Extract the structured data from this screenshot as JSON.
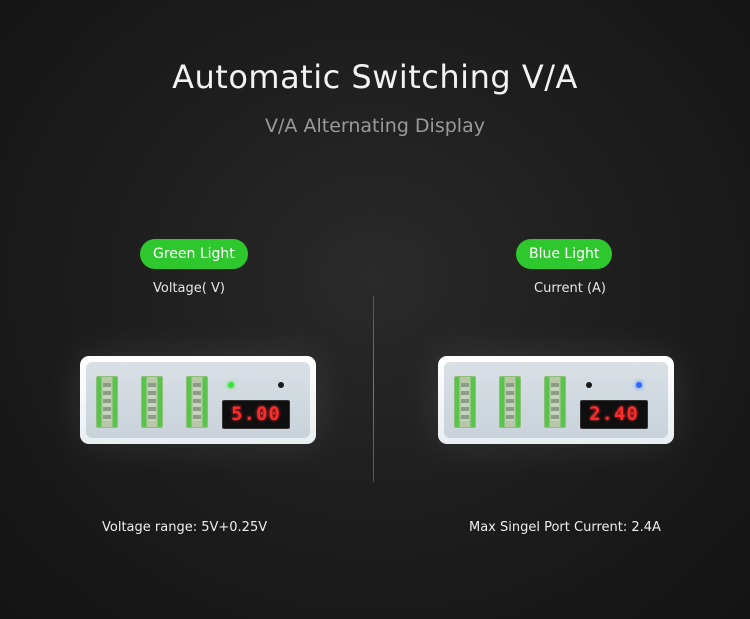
{
  "header": {
    "title": "Automatic Switching V/A",
    "subtitle": "V/A Alternating Display"
  },
  "left_panel": {
    "pill_label": "Green Light",
    "caption": "Voltage( V)",
    "display_value": "5.00",
    "active_led_color": "#35e635",
    "inactive_led_color": "#1a1a1a",
    "footer": "Voltage range: 5V+0.25V"
  },
  "right_panel": {
    "pill_label": "Blue Light",
    "caption": "Current (A)",
    "display_value": "2.40",
    "active_led_color": "#2d6bff",
    "inactive_led_color": "#1a1a1a",
    "footer": "Max Singel Port Current: 2.4A"
  },
  "colors": {
    "pill_green": "#2ec82e",
    "display_red": "#ff2a2a"
  }
}
